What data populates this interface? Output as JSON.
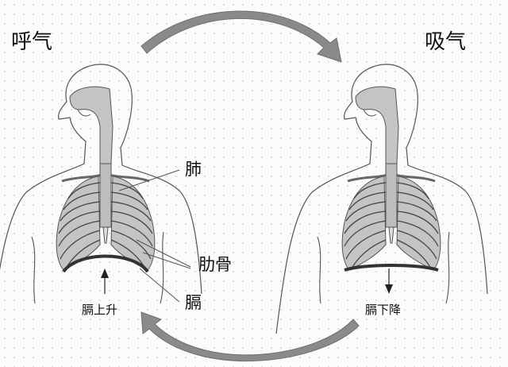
{
  "titles": {
    "exhale": "呼气",
    "inhale": "吸气"
  },
  "labels": {
    "lung": "肺",
    "rib": "肋骨",
    "diaphragm": "膈",
    "diaphragm_up": "膈上升",
    "diaphragm_down": "膈下降"
  },
  "colors": {
    "arrow_fill": "#8a8a8a",
    "organ_fill": "#c4c4c4",
    "outline": "#555555",
    "text": "#111111"
  },
  "cycle_arrows": [
    {
      "direction": "exhale-to-inhale",
      "position": "top"
    },
    {
      "direction": "inhale-to-exhale",
      "position": "bottom"
    }
  ]
}
